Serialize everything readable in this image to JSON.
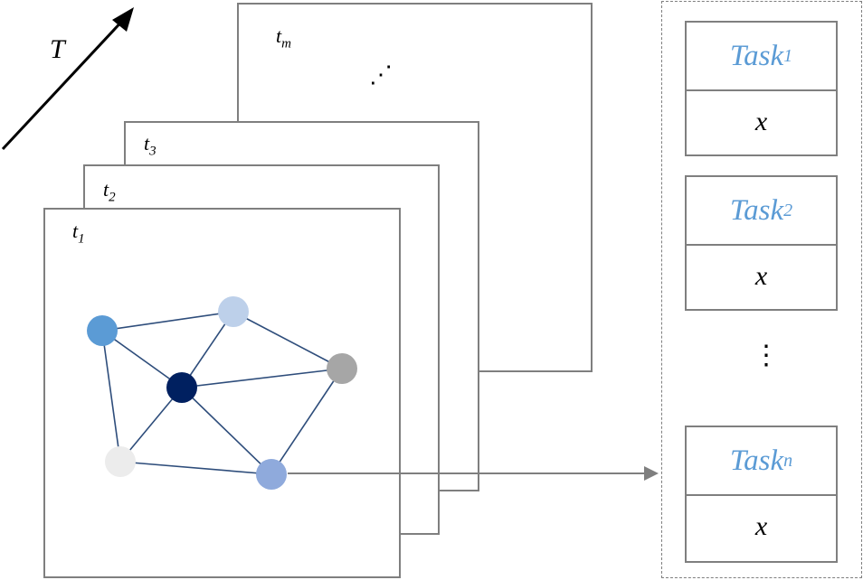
{
  "time_axis": {
    "label": "T"
  },
  "frames": [
    {
      "label": "t",
      "sub": "m"
    },
    {
      "label": "t",
      "sub": "3"
    },
    {
      "label": "t",
      "sub": "2"
    },
    {
      "label": "t",
      "sub": "1"
    }
  ],
  "frame_ellipsis": "⋰",
  "graph": {
    "nodes": [
      {
        "id": "n1",
        "color": "#5b9bd5"
      },
      {
        "id": "n2",
        "color": "#bdd0ea"
      },
      {
        "id": "n3",
        "color": "#002060"
      },
      {
        "id": "n4",
        "color": "#a6a6a6"
      },
      {
        "id": "n5",
        "color": "#ececec"
      },
      {
        "id": "n6",
        "color": "#8faadc"
      }
    ],
    "edges": [
      [
        "n1",
        "n2"
      ],
      [
        "n1",
        "n3"
      ],
      [
        "n1",
        "n5"
      ],
      [
        "n2",
        "n3"
      ],
      [
        "n2",
        "n4"
      ],
      [
        "n3",
        "n4"
      ],
      [
        "n3",
        "n5"
      ],
      [
        "n3",
        "n6"
      ],
      [
        "n4",
        "n6"
      ],
      [
        "n5",
        "n6"
      ]
    ],
    "edge_color": "#2e4d7b"
  },
  "tasks": [
    {
      "name": "Task",
      "sub": "1",
      "value": "x"
    },
    {
      "name": "Task",
      "sub": "2",
      "value": "x"
    },
    {
      "name": "Task",
      "sub": "n",
      "value": "x"
    }
  ],
  "task_ellipsis": "⋮",
  "colors": {
    "task_text": "#5b9bd5",
    "frame_border": "#7f7f7f"
  }
}
